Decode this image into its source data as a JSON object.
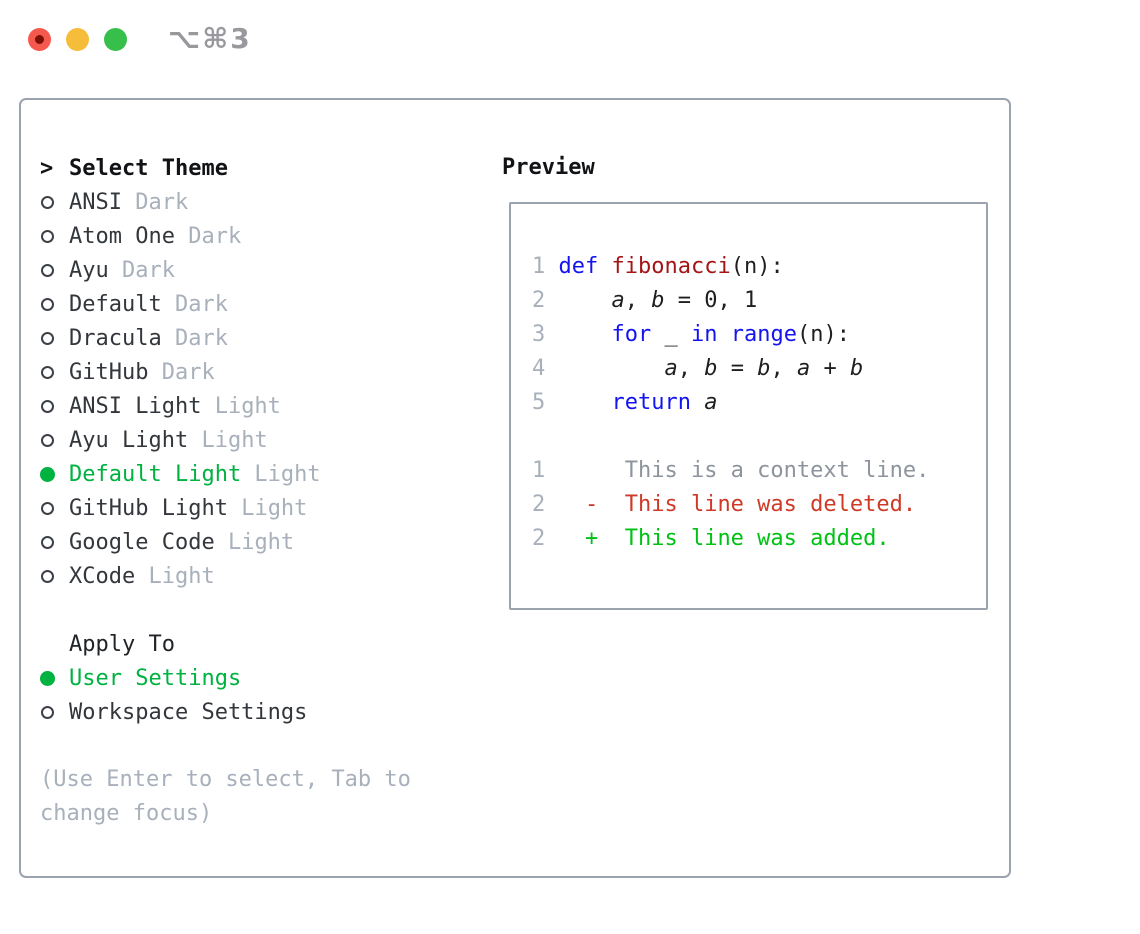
{
  "titlebar": {
    "shortcut": "⌥⌘3",
    "traffic_lights": [
      "close",
      "minimize",
      "zoom"
    ]
  },
  "panel": {
    "theme_section": {
      "prompt": ">",
      "title": "Select Theme",
      "items": [
        {
          "name": "ANSI",
          "variant": "Dark",
          "selected": false
        },
        {
          "name": "Atom One",
          "variant": "Dark",
          "selected": false
        },
        {
          "name": "Ayu",
          "variant": "Dark",
          "selected": false
        },
        {
          "name": "Default",
          "variant": "Dark",
          "selected": false
        },
        {
          "name": "Dracula",
          "variant": "Dark",
          "selected": false
        },
        {
          "name": "GitHub",
          "variant": "Dark",
          "selected": false
        },
        {
          "name": "ANSI Light",
          "variant": "Light",
          "selected": false
        },
        {
          "name": "Ayu Light",
          "variant": "Light",
          "selected": false
        },
        {
          "name": "Default Light",
          "variant": "Light",
          "selected": true
        },
        {
          "name": "GitHub Light",
          "variant": "Light",
          "selected": false
        },
        {
          "name": "Google Code",
          "variant": "Light",
          "selected": false
        },
        {
          "name": "XCode",
          "variant": "Light",
          "selected": false
        }
      ]
    },
    "apply_section": {
      "title": "Apply To",
      "options": [
        {
          "label": "User Settings",
          "selected": true
        },
        {
          "label": "Workspace Settings",
          "selected": false
        }
      ]
    },
    "hint_lines": [
      "(Use Enter to select, Tab to",
      "change focus)"
    ]
  },
  "preview": {
    "title": "Preview",
    "lines": [
      {
        "ln": "1",
        "segs": [
          [
            "kw",
            "def"
          ],
          [
            "pl",
            " "
          ],
          [
            "fn",
            "fibonacci"
          ],
          [
            "pl",
            "(n):"
          ]
        ]
      },
      {
        "ln": "2",
        "segs": [
          [
            "pl",
            "    "
          ],
          [
            "vr",
            "a"
          ],
          [
            "pl",
            ", "
          ],
          [
            "vr",
            "b"
          ],
          [
            "pl",
            " = 0, 1"
          ]
        ]
      },
      {
        "ln": "3",
        "segs": [
          [
            "pl",
            "    "
          ],
          [
            "kw",
            "for"
          ],
          [
            "pl",
            " _ "
          ],
          [
            "kw",
            "in"
          ],
          [
            "pl",
            " "
          ],
          [
            "kw",
            "range"
          ],
          [
            "pl",
            "(n):"
          ]
        ]
      },
      {
        "ln": "4",
        "segs": [
          [
            "pl",
            "        "
          ],
          [
            "vr",
            "a"
          ],
          [
            "pl",
            ", "
          ],
          [
            "vr",
            "b"
          ],
          [
            "pl",
            " = "
          ],
          [
            "vr",
            "b"
          ],
          [
            "pl",
            ", "
          ],
          [
            "vr",
            "a"
          ],
          [
            "pl",
            " + "
          ],
          [
            "vr",
            "b"
          ]
        ]
      },
      {
        "ln": "5",
        "segs": [
          [
            "pl",
            "    "
          ],
          [
            "kw",
            "return"
          ],
          [
            "pl",
            " "
          ],
          [
            "vr",
            "a"
          ]
        ]
      },
      {
        "ln": "",
        "segs": []
      },
      {
        "ln": "1",
        "segs": [
          [
            "ctx",
            "     This is a context line."
          ]
        ]
      },
      {
        "ln": "2",
        "segs": [
          [
            "del",
            "  -  This line was deleted."
          ]
        ]
      },
      {
        "ln": "2",
        "segs": [
          [
            "add",
            "  +  This line was added."
          ]
        ]
      }
    ]
  },
  "colors": {
    "accent_green": "#00b240",
    "added_green": "#00c214",
    "deleted_red": "#ce3a27",
    "keyword_blue": "#1414f0",
    "function_red": "#a41515",
    "muted_gray": "#a8b0bb",
    "border_gray": "#9ba3ae"
  }
}
